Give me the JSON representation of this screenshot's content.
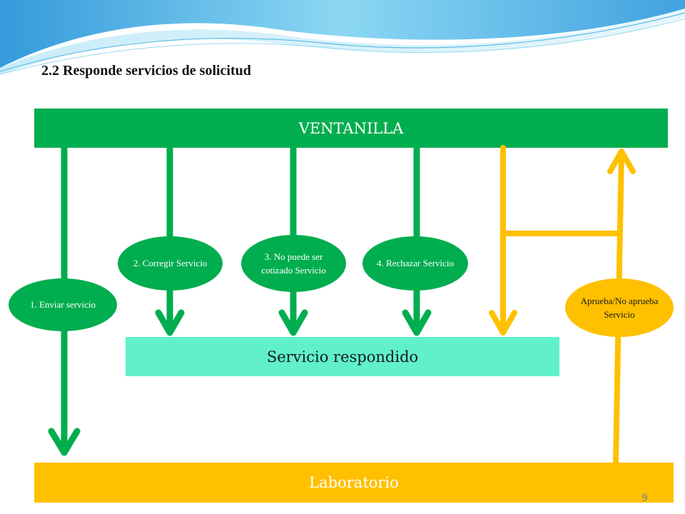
{
  "title": "2.2 Responde servicios de solicitud",
  "nodes": {
    "ventanilla": "VENTANILLA",
    "servicio_respondido": "Servicio respondido",
    "laboratorio": "Laboratorio"
  },
  "labels": {
    "enviar": "1. Enviar servicio",
    "corregir": "2. Corregir Servicio",
    "no_cotizado": "3. No puede ser cotizado Servicio",
    "rechazar": "4. Rechazar Servicio",
    "aprueba": "Aprueba/No aprueba Servicio"
  },
  "colors": {
    "green": "#00ad4f",
    "yellow": "#ffc000",
    "teal": "#60f0cc"
  },
  "page_number": "9"
}
